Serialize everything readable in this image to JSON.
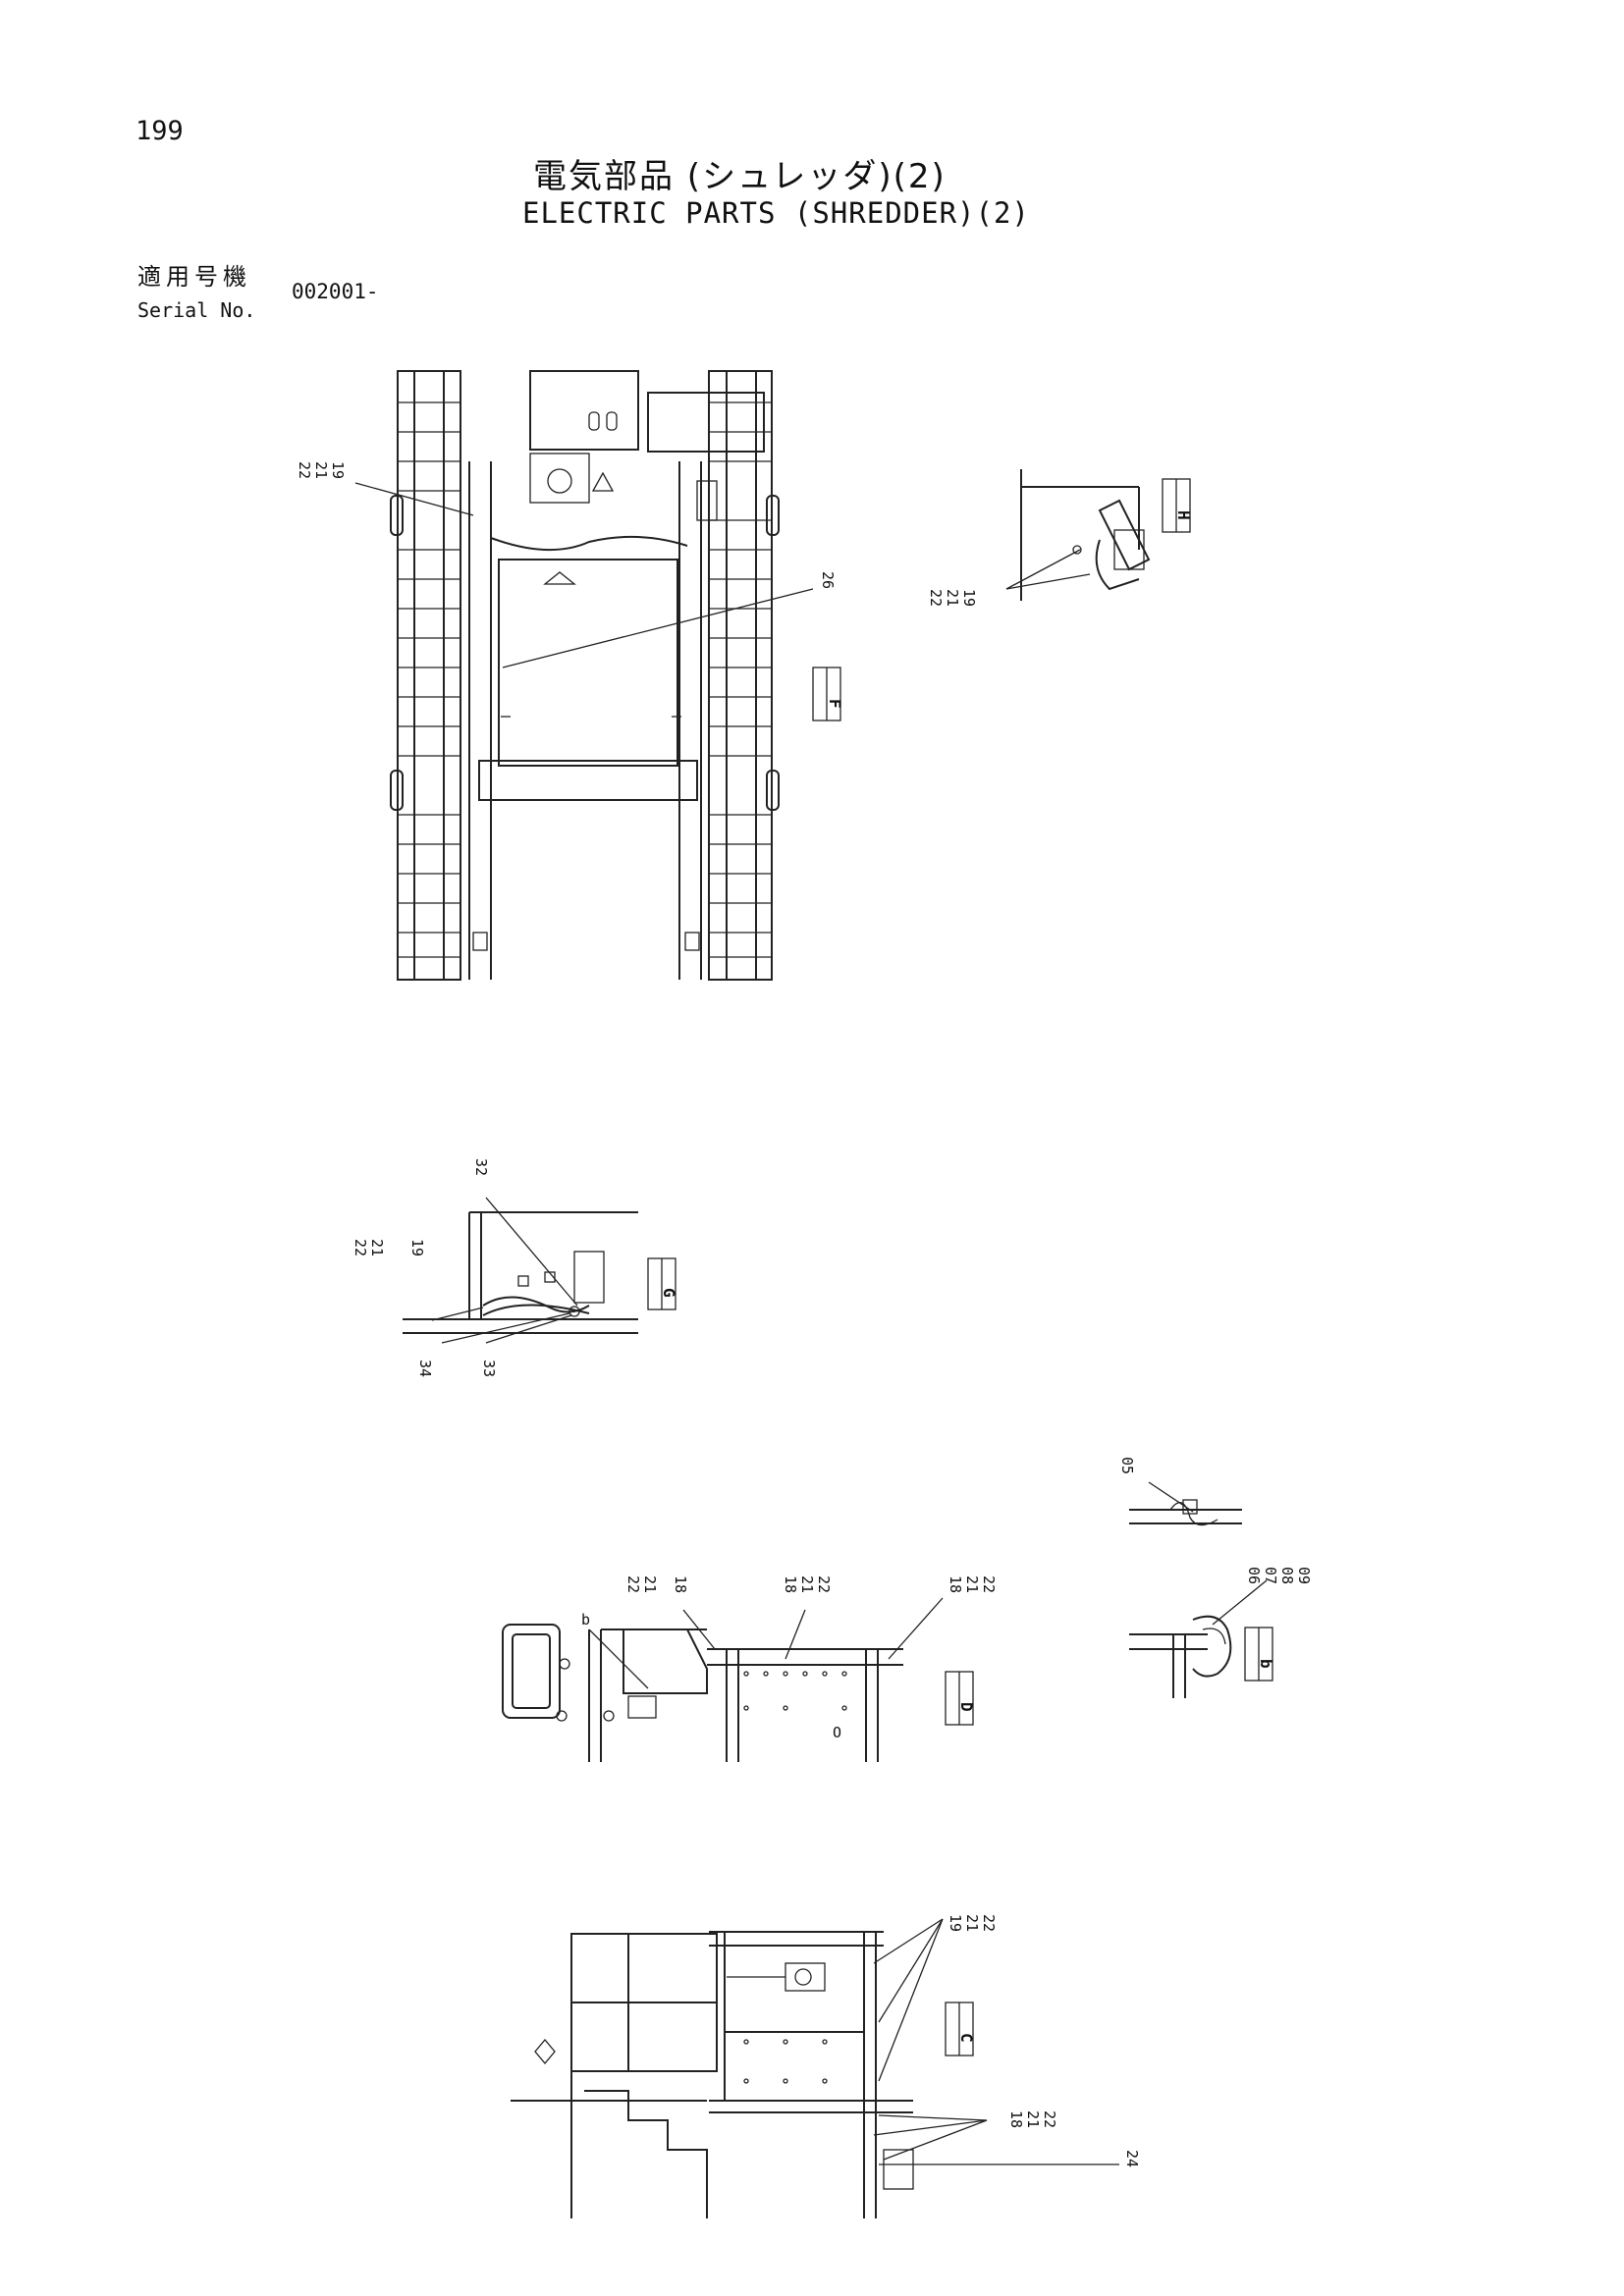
{
  "page": {
    "number": "199",
    "title_jp": "電気部品 (シュレッダ)(2)",
    "title_en": "ELECTRIC PARTS (SHREDDER)(2)"
  },
  "serial": {
    "label_jp": "適用号機",
    "label_en": "Serial No.",
    "value": "002001-"
  },
  "views": {
    "F": {
      "letter": "F",
      "callouts": [
        "22",
        "21",
        "19",
        "26"
      ]
    },
    "H": {
      "letter": "H",
      "callouts": [
        "22",
        "21",
        "19"
      ]
    },
    "G": {
      "letter": "G",
      "callouts": [
        "32",
        "22",
        "21",
        "19",
        "34",
        "33"
      ]
    },
    "D": {
      "letter": "D",
      "callouts": [
        "b",
        "22",
        "21",
        "18",
        "18",
        "21",
        "22",
        "18",
        "21",
        "22"
      ]
    },
    "b": {
      "letter": "b",
      "callouts": [
        "05",
        "06",
        "07",
        "08",
        "09"
      ]
    },
    "C": {
      "letter": "C",
      "callouts": [
        "19",
        "21",
        "22",
        "18",
        "21",
        "22",
        "24"
      ]
    }
  }
}
